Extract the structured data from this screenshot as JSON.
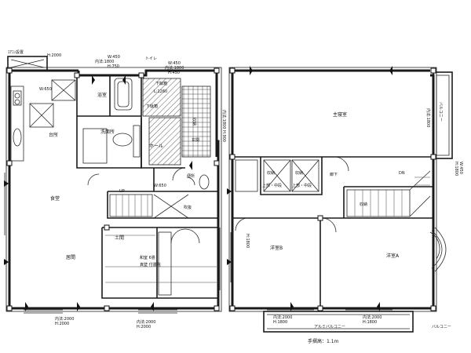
{
  "floor1": {
    "top_note": "ｴｱｺﾝ設置",
    "window_top_left": "H:2000",
    "window_kitchen_top": "W:650",
    "window_bath_1": "W:450",
    "window_bath_2": "内法:1800",
    "window_bath_3": "H:750",
    "toilet_top": "トイレ",
    "window_toilet_1": "W:450",
    "window_toilet_2": "内法:1800",
    "window_toilet_3": "H:450",
    "window_fixed": "下駄箱",
    "storage_note": "L:1260",
    "bath": "浴室",
    "washroom": "洗面所",
    "shoe_cabinet": "下駄箱",
    "shoes_storage": "収納",
    "kitchen": "台所",
    "hall": "ホール",
    "entrance": "玄関",
    "window_stair": "W:650",
    "toilet": "便所",
    "up": "UP",
    "hold": "吹抜",
    "dining": "食堂",
    "living": "居間",
    "floor_note": "土間",
    "japanese_room": "和室 6畳",
    "japanese_room_2": "真壁 付書院",
    "bottom_left_1": "内法:2000",
    "bottom_left_2": "H:2000",
    "bottom_right_1": "内法:2000",
    "bottom_right_2": "H:2000",
    "side_note": "内法:1800 H:900"
  },
  "floor2": {
    "master": "主寝室",
    "balcony_right_1": "バルコニー",
    "balcony_right_2": "内法:1800",
    "right_dim_1": "H:1800",
    "right_dim_2": "W:450",
    "closet_1": "収納",
    "closet_2": "収納",
    "closet_3": "上部・中段",
    "closet_4": "上部・中段",
    "hallway": "廊下",
    "dn": "DN",
    "stair_label": "収納",
    "bedroom_b": "洋室B",
    "bedroom_a": "洋室A",
    "dim_left": "H:1800",
    "bottom_left_1": "内法:2000",
    "bottom_left_2": "H:1800",
    "bottom_right_1": "内法:2000",
    "bottom_right_2": "H:1800",
    "balcony_bottom": "アルミバルコニー",
    "balcony_right": "バルコニー",
    "handrail": "手摺高：1.1m"
  }
}
